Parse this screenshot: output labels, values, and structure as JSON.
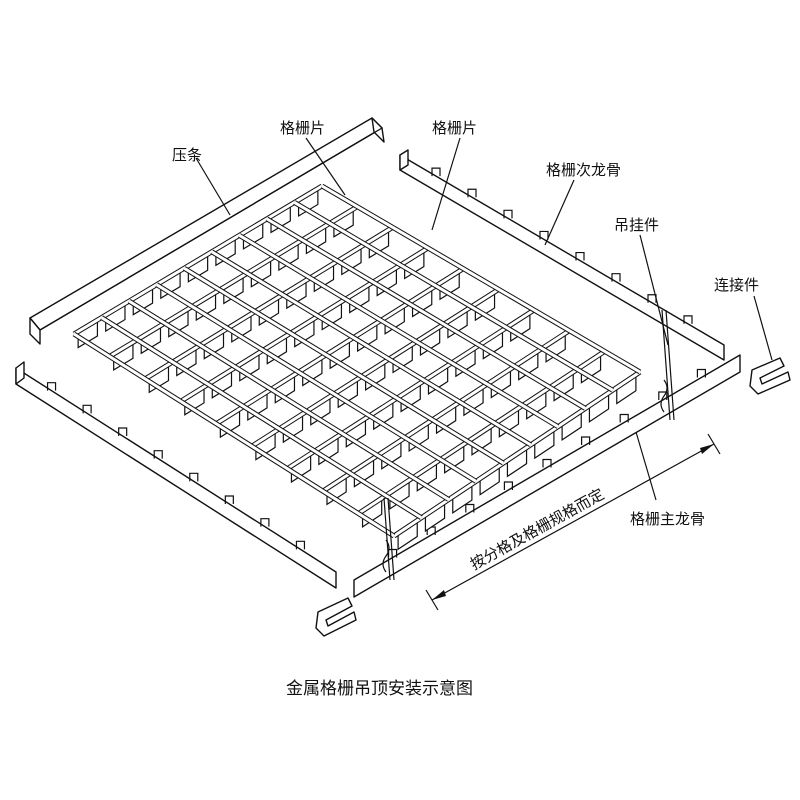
{
  "labels": {
    "press_strip": "压条",
    "grille_piece_1": "格栅片",
    "grille_piece_2": "格栅片",
    "secondary_keel": "格栅次龙骨",
    "hanger": "吊挂件",
    "connector": "连接件",
    "main_keel": "格栅主龙骨",
    "dimension_note": "按分格及格栅规格而定"
  },
  "caption": "金属格栅吊顶安装示意图"
}
